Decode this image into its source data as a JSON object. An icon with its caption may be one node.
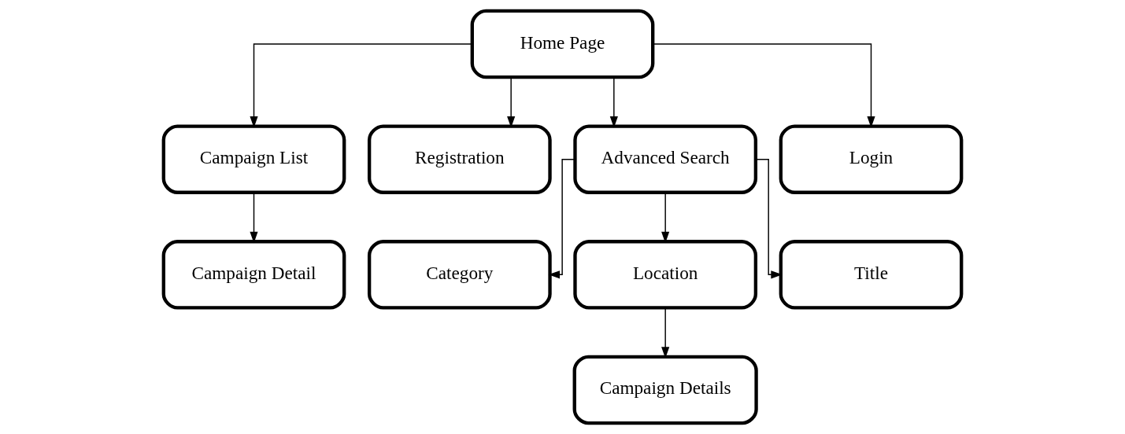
{
  "diagram": {
    "nodes": [
      {
        "text": [
          "Home Page"
        ]
      },
      {
        "text": [
          "Campaign List"
        ]
      },
      {
        "text": [
          "Registration"
        ]
      },
      {
        "text": [
          "Advanced Search"
        ]
      },
      {
        "text": [
          "Login"
        ]
      },
      {
        "text": [
          "Campaign Detail"
        ]
      },
      {
        "text": [
          "Category"
        ]
      },
      {
        "text": [
          "Location"
        ]
      },
      {
        "text": [
          "Title"
        ]
      },
      {
        "text": [
          "Campaign Details"
        ]
      }
    ],
    "edges": [
      {
        "from": 0,
        "to": 1,
        "arrow": "to"
      },
      {
        "from": 0,
        "to": 2,
        "arrow": "to"
      },
      {
        "from": 0,
        "to": 3,
        "arrow": "to"
      },
      {
        "from": 0,
        "to": 4,
        "arrow": "to"
      },
      {
        "from": 1,
        "to": 5,
        "arrow": "to"
      },
      {
        "from": 3,
        "to": 6,
        "arrow": "to"
      },
      {
        "from": 3,
        "to": 7,
        "arrow": "to"
      },
      {
        "from": 3,
        "to": 8,
        "arrow": "to"
      },
      {
        "from": 7,
        "to": 9,
        "arrow": "to"
      }
    ]
  }
}
